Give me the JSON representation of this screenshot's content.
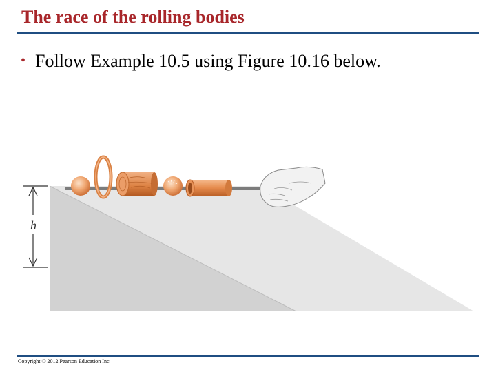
{
  "slide": {
    "title": "The race of the rolling bodies",
    "bullet": "Follow Example 10.5 using Figure 10.16 below.",
    "copyright": "Copyright © 2012 Pearson Education Inc."
  },
  "figure": {
    "height_label": "h"
  },
  "colors": {
    "title": "#a8262a",
    "rule": "#1f4e82",
    "ramp_light": "#e6e6e6",
    "ramp_dark": "#cfcfcf",
    "wood": "#e0894f"
  }
}
